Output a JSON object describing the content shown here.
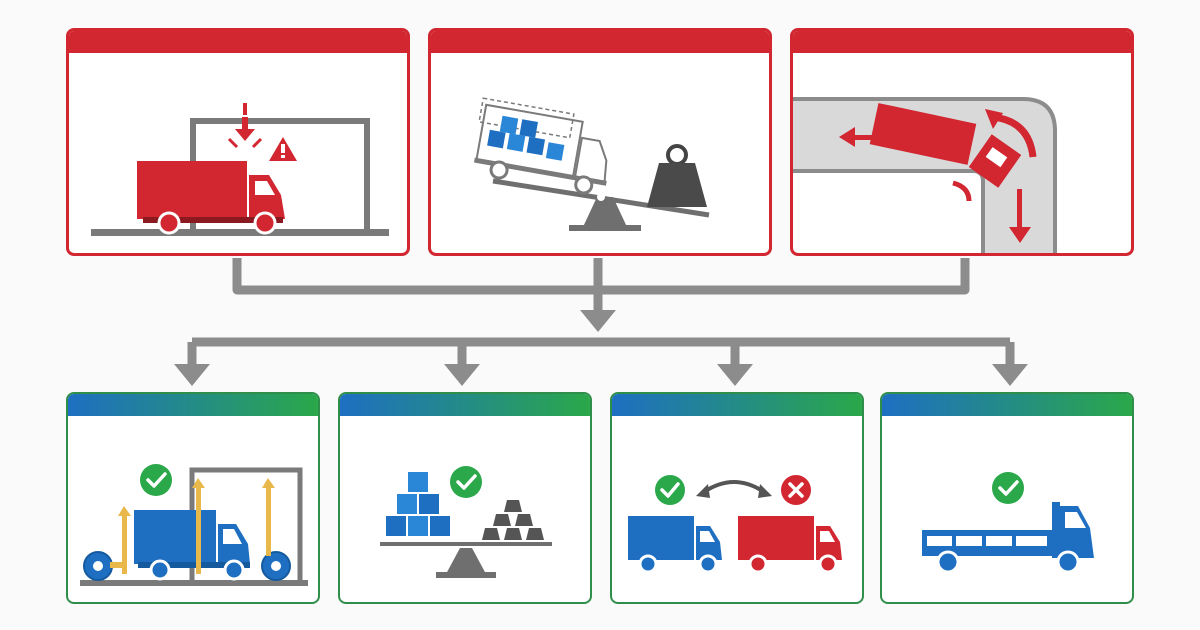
{
  "colors": {
    "problem_red": "#d22630",
    "solution_blue": "#1e6fc2",
    "solution_green": "#2aa84a",
    "connector_gray": "#8c8c8c",
    "scene_gray": "#6f6f6f",
    "check_green": "#2aa84a",
    "cross_red": "#d22630",
    "tape_yellow": "#e8b84a"
  },
  "problems": [
    {
      "id": "low-clearance",
      "icons": [
        "truck-icon",
        "overhead-beam-icon",
        "warning-icon",
        "down-arrow-icon"
      ]
    },
    {
      "id": "overweight",
      "icons": [
        "truck-icon",
        "cargo-boxes-icon",
        "seesaw-icon",
        "weight-icon"
      ]
    },
    {
      "id": "tight-turn",
      "icons": [
        "truck-icon",
        "road-curve-icon",
        "arrow-icon"
      ]
    }
  ],
  "solutions": [
    {
      "id": "measure-clearance",
      "icons": [
        "check-icon",
        "truck-icon",
        "measuring-tape-icon",
        "height-marker-icon"
      ]
    },
    {
      "id": "balance-load",
      "icons": [
        "check-icon",
        "cargo-boxes-icon",
        "ingot-stack-icon",
        "balance-scale-icon"
      ]
    },
    {
      "id": "choose-right-vehicle",
      "icons": [
        "check-icon",
        "cross-icon",
        "swap-arrow-icon",
        "truck-icon"
      ]
    },
    {
      "id": "flatbed-truck",
      "icons": [
        "check-icon",
        "flatbed-truck-icon"
      ]
    }
  ]
}
